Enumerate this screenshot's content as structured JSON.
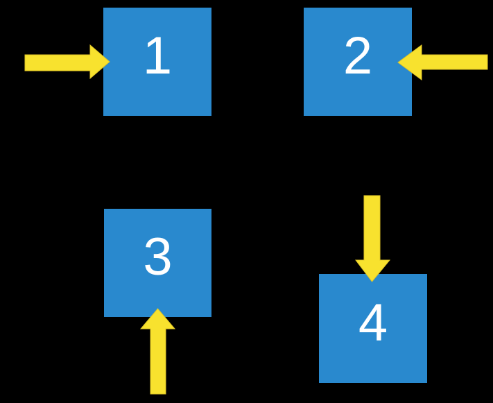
{
  "page": {
    "background": "#000000",
    "description": "Four numbered squares each indicated by a block arrow"
  },
  "colors": {
    "square_fill": "#2989CE",
    "arrow_fill": "#F8E22E",
    "arrow_outline": "#DFC526",
    "label_text": "#FFFFFF"
  },
  "squares": [
    {
      "label": "1",
      "arrow_direction": "pointing-right-at-left-side"
    },
    {
      "label": "2",
      "arrow_direction": "pointing-left-at-right-side"
    },
    {
      "label": "3",
      "arrow_direction": "pointing-up-at-bottom-side"
    },
    {
      "label": "4",
      "arrow_direction": "pointing-down-at-top-side"
    }
  ]
}
